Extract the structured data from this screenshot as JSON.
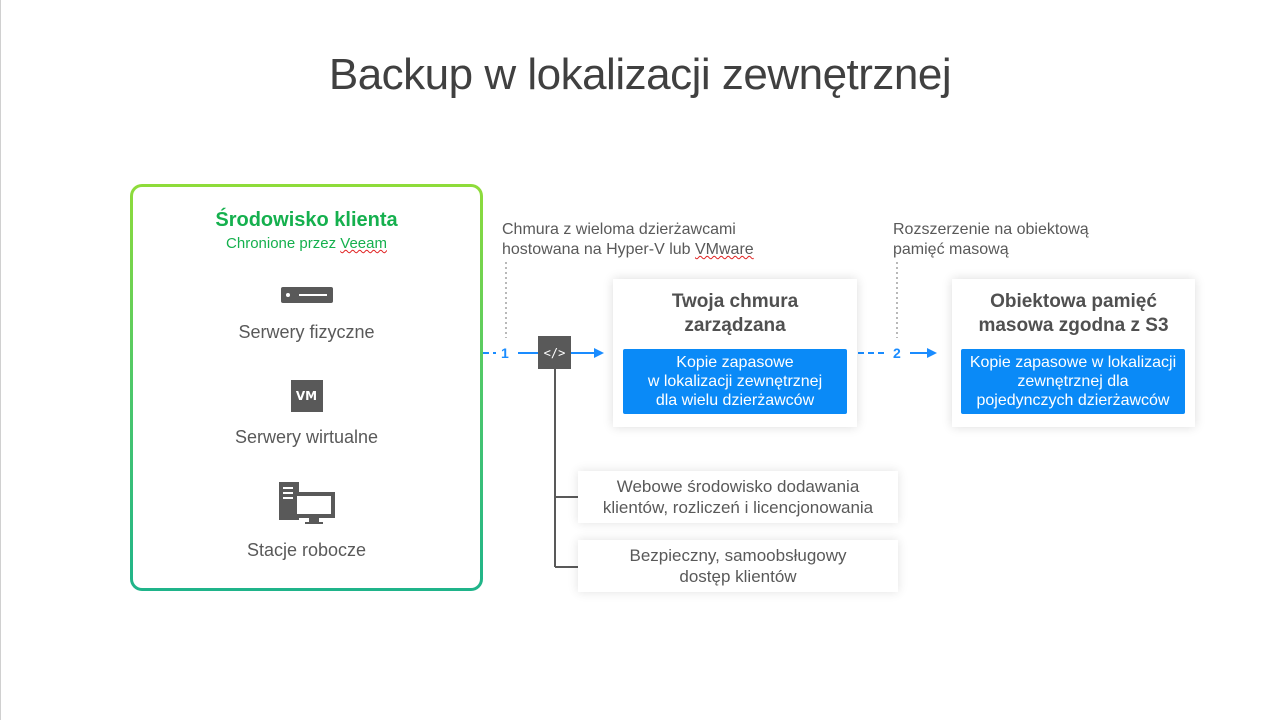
{
  "title": "Backup w lokalizacji zewnętrznej",
  "client": {
    "title": "Środowisko klienta",
    "subtitle_prefix": "Chronione przez ",
    "subtitle_brand": "Veeam",
    "items": [
      {
        "label": "Serwery fizyczne",
        "icon": "server-icon"
      },
      {
        "label": "Serwery wirtualne",
        "icon": "vm-icon",
        "icon_text": "VM"
      },
      {
        "label": "Stacje robocze",
        "icon": "workstation-icon"
      }
    ]
  },
  "note1": {
    "line1": "Chmura z wieloma dzierżawcami",
    "line2_prefix": "hostowana na Hyper-V lub ",
    "line2_brand": "VMware"
  },
  "note2": {
    "line1": "Rozszerzenie na obiektową",
    "line2": "pamięć masową"
  },
  "steps": {
    "one": "1",
    "two": "2"
  },
  "code_icon_text": "</>",
  "managed_cloud": {
    "title_line1": "Twoja chmura",
    "title_line2": "zarządzana",
    "box_line1": "Kopie zapasowe",
    "box_line2": "w lokalizacji zewnętrznej",
    "box_line3": "dla wielu dzierżawców"
  },
  "object_storage": {
    "title_line1": "Obiektowa pamięć",
    "title_line2": "masowa zgodna z S3",
    "box_line1": "Kopie zapasowe w lokalizacji",
    "box_line2": "zewnętrznej dla",
    "box_line3": "pojedynczych dzierżawców"
  },
  "features": [
    {
      "line1": "Webowe środowisko dodawania",
      "line2": "klientów, rozliczeń i licencjonowania"
    },
    {
      "line1": "Bezpieczny, samoobsługowy",
      "line2": "dostęp klientów"
    }
  ],
  "colors": {
    "accent_blue": "#0a8af7",
    "accent_green": "#15b04e",
    "text_gray": "#595959"
  }
}
